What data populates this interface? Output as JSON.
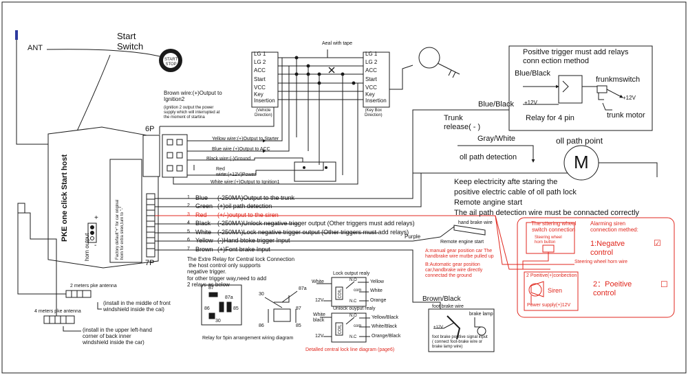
{
  "antenna": {
    "label": "ANT",
    "antenna_2m": "2 meters pke antenna",
    "antenna_4m": "4 meters pke antenna",
    "note_2m": "(install in the middle of front\nwindshield inside the cai)",
    "note_4m": "(install in the upper left-hand\ncorner of back inner\nwindshield inside the car)"
  },
  "start_switch": {
    "title": "Start\nSwitch",
    "button_text": "START\nSTOP"
  },
  "host": {
    "name": "PKE one click Start host",
    "horn_output": "horn output",
    "factory_note": "Factory default\"+\" for car original\nhorn for extra siren,turn to \"-\"",
    "plus": "+",
    "minus": "-",
    "conn_6p": "6P",
    "conn_7p": "7P"
  },
  "ignition": {
    "brown_wire": "Brown wire:(+)Output to\nIgnition2",
    "brown_note": "(ignition 2 output the power\nsupply which will interrupted at\nthe moment of startina",
    "aeal": "Aeal with tape",
    "vehicle_labels": [
      "LG 1",
      "LG 2",
      "ACC",
      "Start",
      "VCC",
      "Key\nInsertion"
    ],
    "vehicle_caption": "(Vehicle\nDirection)",
    "keybox_labels": [
      "LG 1",
      "LG 2",
      "ACC",
      "Start",
      "VCC",
      "Key\nInsertion"
    ],
    "keybox_caption": "(Key Box\nDirection)"
  },
  "six_pin_wires": [
    "Yellow wire:(+)Output to Starter",
    "Blue wire (+)Output to ACC",
    "Black wire:(-)Ground",
    "Red\nwirte:(+12V)Power",
    "White wire:(+)Output to Ignition1"
  ],
  "seven_pin_wires": [
    {
      "num": "1",
      "color": "Blue",
      "desc": "(-250MA)Output to the trunk",
      "red": false
    },
    {
      "num": "2",
      "color": "Green",
      "desc": "(+)oil path detection",
      "red": false
    },
    {
      "num": "3",
      "color": "Red",
      "desc": "(+/-)output to the siren",
      "red": true
    },
    {
      "num": "4",
      "color": "Black",
      "desc": "(-250MA)Unlock negative trigger output  (Other triggers must add relays)",
      "red": false
    },
    {
      "num": "5",
      "color": "White",
      "desc": "(-250MA)Lock negative trigger output (Other triggers must add relays)",
      "red": false
    },
    {
      "num": "6",
      "color": "Yellow",
      "desc": "(-)Hand btoke trigger Input",
      "red": false
    },
    {
      "num": "7",
      "color": "Brown",
      "desc": "(+)Font brake Input",
      "red": false
    }
  ],
  "trunk": {
    "blue_black": "Blue/Black",
    "trunk_release": "Trunk\nrelease( - )",
    "relay_title": "Positlve trigger must add relays\nconn ection method",
    "relay_blue_black": "Blue/Black",
    "relay_plus12_left": "+12V",
    "relay_plus12_right": "+12V",
    "relay_switch": "frunkmswitch",
    "relay_caption": "Relay for 4 pin",
    "trunk_motor": "trunk motor"
  },
  "oil": {
    "gray_white": "Gray/White",
    "oil_point": "oll path point",
    "oil_detection": "oll path detection",
    "motor": "M",
    "note": "Keep electricity afte staring the\npositive electric cable of oll path lock\nRemote angine start\nThe ail path detection wire must be connacted correctly"
  },
  "handbrake": {
    "wire": "hand brake wire",
    "purple": "Purple",
    "remote": "Remote engine start",
    "note_a": "A:manual gear position car The\nhandbrake wire mutbe pulled up",
    "note_b": "B:Automatic gear position\ncar,handbrake wire directly\nconnectad the ground"
  },
  "siren": {
    "steering_title": "The sttering wheel\nswitch connection",
    "steering_button": "Steering wheel\nhorn button",
    "horn_wire": "Steering wheel horn wire",
    "alarm_title": "Alarming siren\nconnection methed:",
    "opt1": "1:Negatve\ncontrol",
    "opt1_mark": "☑",
    "opt2": "2：Poeitive\ncontrol",
    "opt2_mark": "☐",
    "positive_conn": "2 Poeitive(+)conbection",
    "siren": "Siren",
    "power": "Power supply(+)12V"
  },
  "extra_relay": {
    "note": "The Extre Relay for Central lock Connection\n the host control only supports\nnegative trigger.\nfor other trigger way,need to add\n2 relays as below",
    "pins_left": [
      "87",
      "87a",
      "86",
      "85",
      "30"
    ],
    "pins_right": [
      "30",
      "87a",
      "87",
      "86",
      "85"
    ],
    "caption": "Relay for 5pin arrangement  wiring diagram"
  },
  "lock": {
    "lock_title": "Lock output realy",
    "unlock_title": "Unlock ouyput realy",
    "lock_in": "White",
    "unlock_in": "White\nblack",
    "v12": "12V",
    "lock_outs": [
      "Yellow",
      "White",
      "Orange"
    ],
    "unlock_outs": [
      "Yellow/Black",
      "White/Black",
      "Orange/Black"
    ],
    "nc": "N.C",
    "no": "N.O",
    "com": "com",
    "coil": "COIL",
    "caption": "Detalled central lock line diagram (page6)"
  },
  "brake": {
    "brown_black": "Brown/Black",
    "foot_wire": "foot brake wire",
    "lamp": "brake lamp",
    "v12": "+12V",
    "note": "foot brake positive signal input\n( connect foot-brake wire or\nbrake lamp wire)"
  },
  "colors": {
    "line": "#1a1a1a",
    "red": "#e0261c",
    "ant": "#2d3a9e"
  }
}
